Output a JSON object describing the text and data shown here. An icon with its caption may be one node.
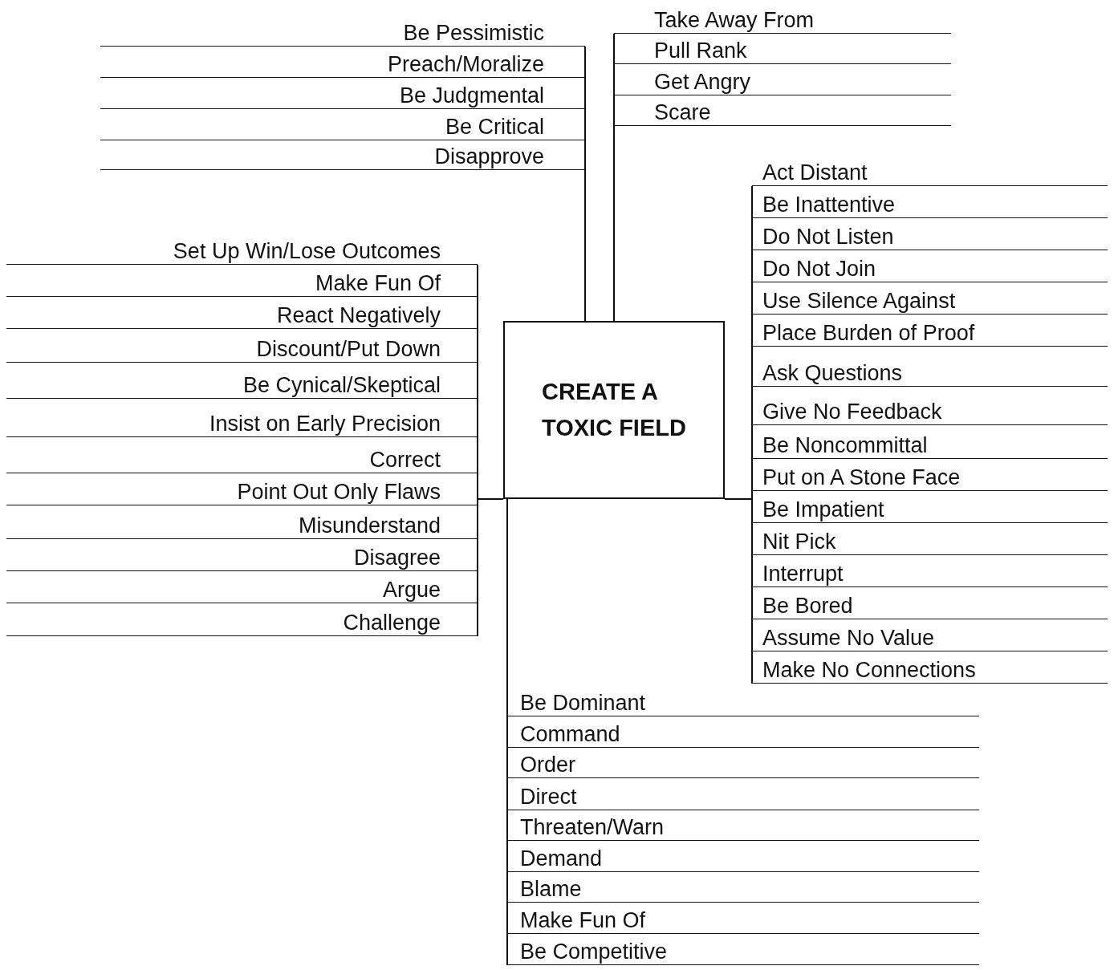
{
  "diagram": {
    "nodes": [
      {
        "text": [
          "CREATE A TOXIC FIELD"
        ]
      },
      {
        "text": [
          "Be Pessimistic"
        ]
      },
      {
        "text": [
          "Preach/Moralize"
        ]
      },
      {
        "text": [
          "Be Judgmental"
        ]
      },
      {
        "text": [
          "Be Critical"
        ]
      },
      {
        "text": [
          "Disapprove"
        ]
      },
      {
        "text": [
          "Take Away From"
        ]
      },
      {
        "text": [
          "Pull Rank"
        ]
      },
      {
        "text": [
          "Get Angry"
        ]
      },
      {
        "text": [
          "Scare"
        ]
      },
      {
        "text": [
          "Set Up Win/Lose Outcomes"
        ]
      },
      {
        "text": [
          "Make Fun Of"
        ]
      },
      {
        "text": [
          "React Negatively"
        ]
      },
      {
        "text": [
          "Discount/Put Down"
        ]
      },
      {
        "text": [
          "Be Cynical/Skeptical"
        ]
      },
      {
        "text": [
          "Insist on Early Precision"
        ]
      },
      {
        "text": [
          "Correct"
        ]
      },
      {
        "text": [
          "Point Out Only Flaws"
        ]
      },
      {
        "text": [
          "Misunderstand"
        ]
      },
      {
        "text": [
          "Disagree"
        ]
      },
      {
        "text": [
          "Argue"
        ]
      },
      {
        "text": [
          "Challenge"
        ]
      },
      {
        "text": [
          "Act Distant"
        ]
      },
      {
        "text": [
          "Be Inattentive"
        ]
      },
      {
        "text": [
          "Do Not Listen"
        ]
      },
      {
        "text": [
          "Do Not Join"
        ]
      },
      {
        "text": [
          "Use Silence Against"
        ]
      },
      {
        "text": [
          "Place Burden of Proof"
        ]
      },
      {
        "text": [
          "Ask Questions"
        ]
      },
      {
        "text": [
          "Give No Feedback"
        ]
      },
      {
        "text": [
          "Be Noncommittal"
        ]
      },
      {
        "text": [
          "Put on A Stone Face"
        ]
      },
      {
        "text": [
          "Be Impatient"
        ]
      },
      {
        "text": [
          "Nit Pick"
        ]
      },
      {
        "text": [
          "Interrupt"
        ]
      },
      {
        "text": [
          "Be Bored"
        ]
      },
      {
        "text": [
          "Assume No Value"
        ]
      },
      {
        "text": [
          "Make No Connections"
        ]
      },
      {
        "text": [
          "Be Dominant"
        ]
      },
      {
        "text": [
          "Command"
        ]
      },
      {
        "text": [
          "Order"
        ]
      },
      {
        "text": [
          "Direct"
        ]
      },
      {
        "text": [
          "Threaten/Warn"
        ]
      },
      {
        "text": [
          "Demand"
        ]
      },
      {
        "text": [
          "Blame"
        ]
      },
      {
        "text": [
          "Make Fun Of"
        ]
      },
      {
        "text": [
          "Be Competitive"
        ]
      }
    ],
    "edges": [
      {
        "from": 0,
        "to": 1,
        "arrow": "none"
      },
      {
        "from": 0,
        "to": 2,
        "arrow": "none"
      },
      {
        "from": 0,
        "to": 3,
        "arrow": "none"
      },
      {
        "from": 0,
        "to": 4,
        "arrow": "none"
      },
      {
        "from": 0,
        "to": 5,
        "arrow": "none"
      },
      {
        "from": 0,
        "to": 6,
        "arrow": "none"
      },
      {
        "from": 0,
        "to": 7,
        "arrow": "none"
      },
      {
        "from": 0,
        "to": 8,
        "arrow": "none"
      },
      {
        "from": 0,
        "to": 9,
        "arrow": "none"
      },
      {
        "from": 0,
        "to": 10,
        "arrow": "none"
      },
      {
        "from": 0,
        "to": 11,
        "arrow": "none"
      },
      {
        "from": 0,
        "to": 12,
        "arrow": "none"
      },
      {
        "from": 0,
        "to": 13,
        "arrow": "none"
      },
      {
        "from": 0,
        "to": 14,
        "arrow": "none"
      },
      {
        "from": 0,
        "to": 15,
        "arrow": "none"
      },
      {
        "from": 0,
        "to": 16,
        "arrow": "none"
      },
      {
        "from": 0,
        "to": 17,
        "arrow": "none"
      },
      {
        "from": 0,
        "to": 18,
        "arrow": "none"
      },
      {
        "from": 0,
        "to": 19,
        "arrow": "none"
      },
      {
        "from": 0,
        "to": 20,
        "arrow": "none"
      },
      {
        "from": 0,
        "to": 21,
        "arrow": "none"
      },
      {
        "from": 0,
        "to": 22,
        "arrow": "none"
      },
      {
        "from": 0,
        "to": 23,
        "arrow": "none"
      },
      {
        "from": 0,
        "to": 24,
        "arrow": "none"
      },
      {
        "from": 0,
        "to": 25,
        "arrow": "none"
      },
      {
        "from": 0,
        "to": 26,
        "arrow": "none"
      },
      {
        "from": 0,
        "to": 27,
        "arrow": "none"
      },
      {
        "from": 0,
        "to": 28,
        "arrow": "none"
      },
      {
        "from": 0,
        "to": 29,
        "arrow": "none"
      },
      {
        "from": 0,
        "to": 30,
        "arrow": "none"
      },
      {
        "from": 0,
        "to": 31,
        "arrow": "none"
      },
      {
        "from": 0,
        "to": 32,
        "arrow": "none"
      },
      {
        "from": 0,
        "to": 33,
        "arrow": "none"
      },
      {
        "from": 0,
        "to": 34,
        "arrow": "none"
      },
      {
        "from": 0,
        "to": 35,
        "arrow": "none"
      },
      {
        "from": 0,
        "to": 36,
        "arrow": "none"
      },
      {
        "from": 0,
        "to": 37,
        "arrow": "none"
      },
      {
        "from": 0,
        "to": 38,
        "arrow": "none"
      },
      {
        "from": 0,
        "to": 39,
        "arrow": "none"
      },
      {
        "from": 0,
        "to": 40,
        "arrow": "none"
      },
      {
        "from": 0,
        "to": 41,
        "arrow": "none"
      },
      {
        "from": 0,
        "to": 42,
        "arrow": "none"
      },
      {
        "from": 0,
        "to": 43,
        "arrow": "none"
      },
      {
        "from": 0,
        "to": 44,
        "arrow": "none"
      },
      {
        "from": 0,
        "to": 45,
        "arrow": "none"
      },
      {
        "from": 0,
        "to": 46,
        "arrow": "none"
      }
    ]
  }
}
